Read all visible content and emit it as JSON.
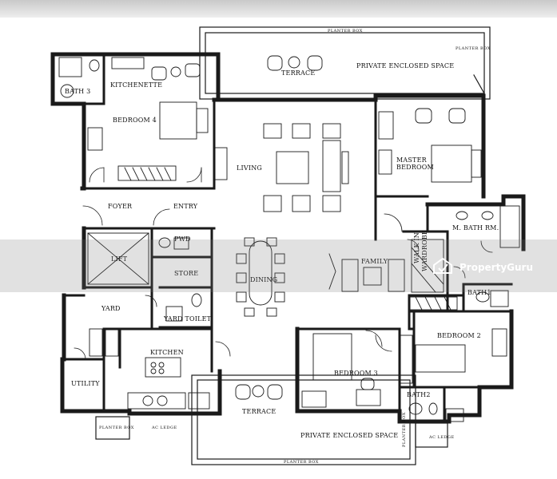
{
  "rooms": {
    "bath3": "BATH 3",
    "kitchenette": "KITCHENETTE",
    "bedroom4": "BEDROOM 4",
    "terrace_top": "TERRACE",
    "private_top": "PRIVATE ENCLOSED SPACE",
    "planter_top": "PLANTER BOX",
    "planter_top_right": "PLANTER BOX",
    "living": "LIVING",
    "master_bedroom_1": "MASTER",
    "master_bedroom_2": "BEDROOM",
    "foyer": "FOYER",
    "entry": "ENTRY",
    "m_bath": "M. BATH RM.",
    "pwd": "PWD",
    "lift": "LIFT",
    "store": "STORE",
    "dining": "DINING",
    "family": "FAMILY",
    "walk_in_1": "WALK IN",
    "walk_in_2": "WARDROBE",
    "bath1": "BATH1",
    "yard": "YARD",
    "yard_toilet": "YARD TOILET",
    "bedroom2": "BEDROOM 2",
    "kitchen": "KITCHEN",
    "bedroom3": "BEDROOM 3",
    "utility": "UTILITY",
    "bath2": "BATH2",
    "terrace_bottom": "TERRACE",
    "private_bottom": "PRIVATE ENCLOSED SPACE",
    "planter_bottom_left": "PLANTER BOX",
    "ac_ledge_left": "AC LEDGE",
    "planter_bottom": "PLANTER BOX",
    "planter_bottom_right": "PLANTER BOX",
    "ac_ledge_right": "AC LEDGE"
  },
  "watermark": {
    "brand": "PropertyGuru"
  }
}
